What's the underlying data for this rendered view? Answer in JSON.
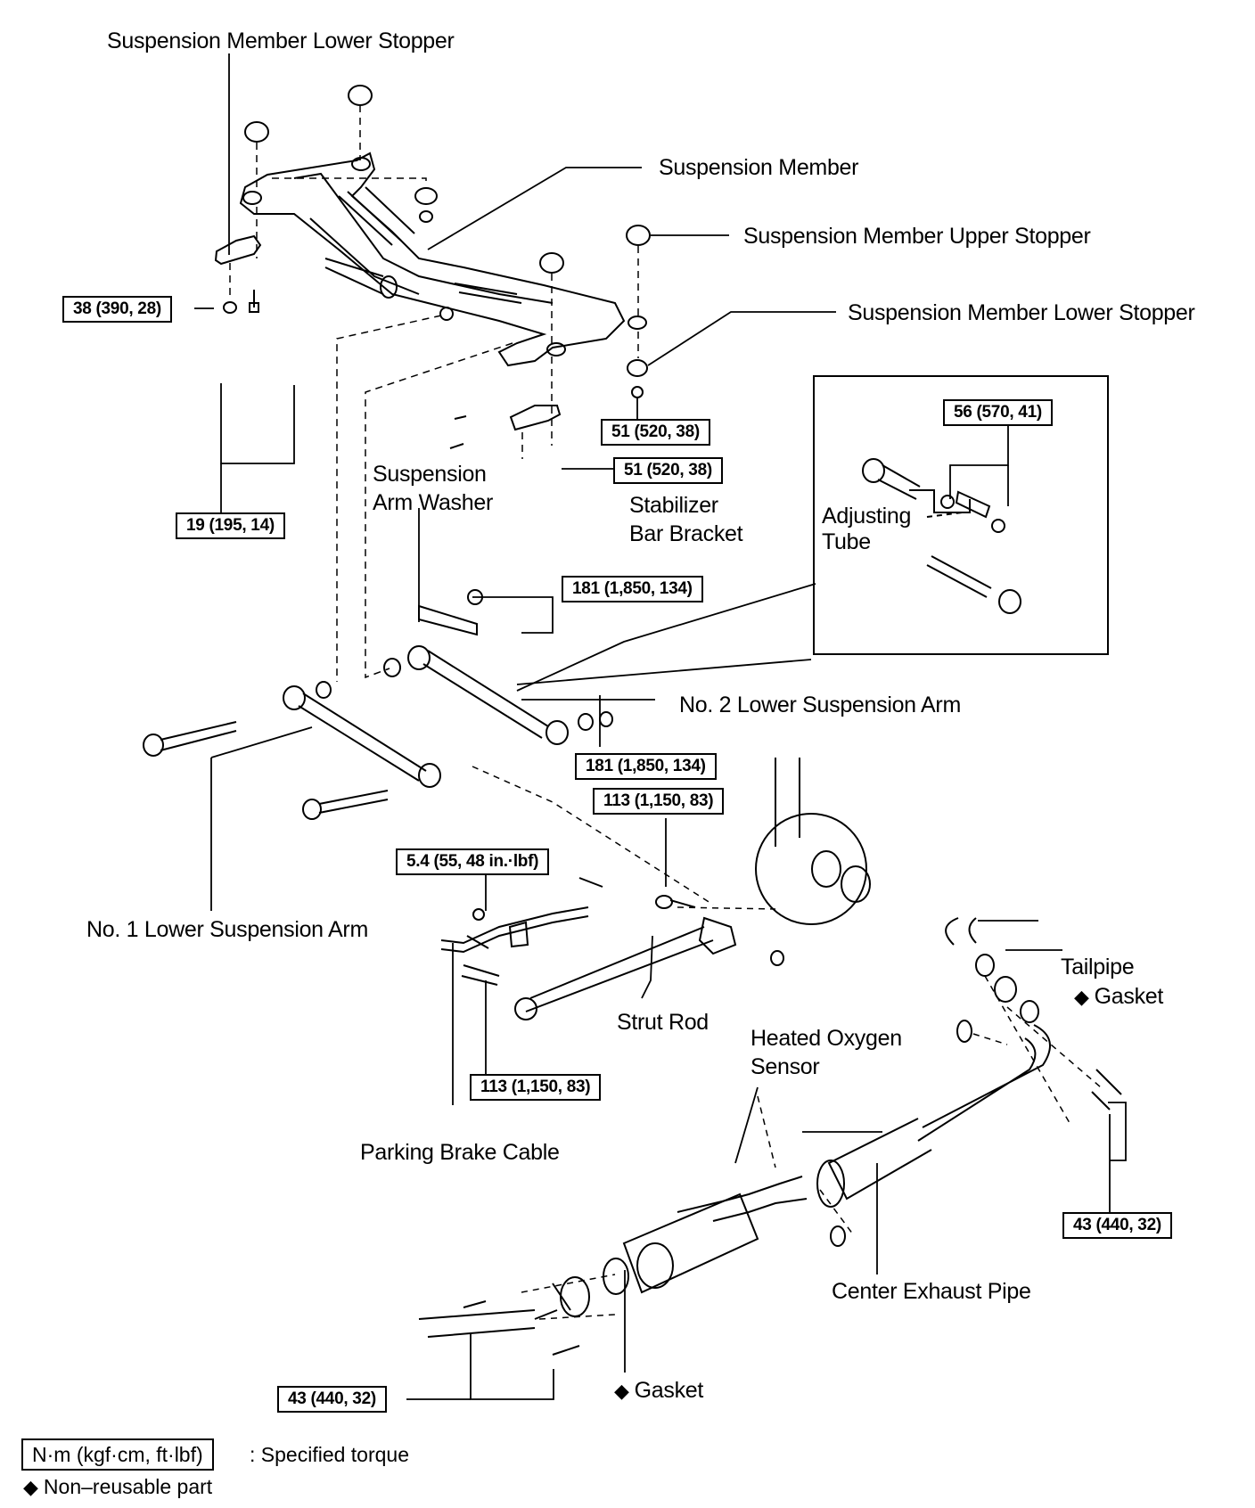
{
  "diagram": {
    "title": "Rear Suspension and Exhaust Components",
    "labels": {
      "lower_stopper_top": "Suspension Member Lower Stopper",
      "suspension_member": "Suspension Member",
      "upper_stopper": "Suspension Member Upper Stopper",
      "lower_stopper_right": "Suspension Member Lower Stopper",
      "arm_washer_line1": "Suspension",
      "arm_washer_line2": "Arm Washer",
      "stabilizer_line1": "Stabilizer",
      "stabilizer_line2": "Bar Bracket",
      "adjusting_line1": "Adjusting",
      "adjusting_line2": "Tube",
      "no2_arm": "No. 2 Lower Suspension Arm",
      "no1_arm": "No. 1 Lower Suspension Arm",
      "tailpipe": "Tailpipe",
      "gasket_top": "Gasket",
      "strut_rod": "Strut Rod",
      "oxygen_line1": "Heated Oxygen",
      "oxygen_line2": "Sensor",
      "parking_brake": "Parking Brake Cable",
      "center_pipe": "Center Exhaust Pipe",
      "gasket_bottom": "Gasket"
    },
    "torques": {
      "t38": "38 (390, 28)",
      "t51a": "51 (520, 38)",
      "t51b": "51 (520, 38)",
      "t19": "19 (195, 14)",
      "t56": "56 (570, 41)",
      "t181a": "181 (1,850, 134)",
      "t181b": "181 (1,850, 134)",
      "t113a": "113 (1,150, 83)",
      "t54": "5.4 (55, 48 in.·lbf)",
      "t113b": "113 (1,150, 83)",
      "t43a": "43 (440, 32)",
      "t43b": "43 (440, 32)"
    },
    "symbols": {
      "non_reusable": "◆"
    },
    "legend": {
      "torque_unit": "N·m (kgf·cm, ft·lbf)",
      "torque_desc": ": Specified torque",
      "non_reusable_desc": "Non–reusable part"
    }
  }
}
